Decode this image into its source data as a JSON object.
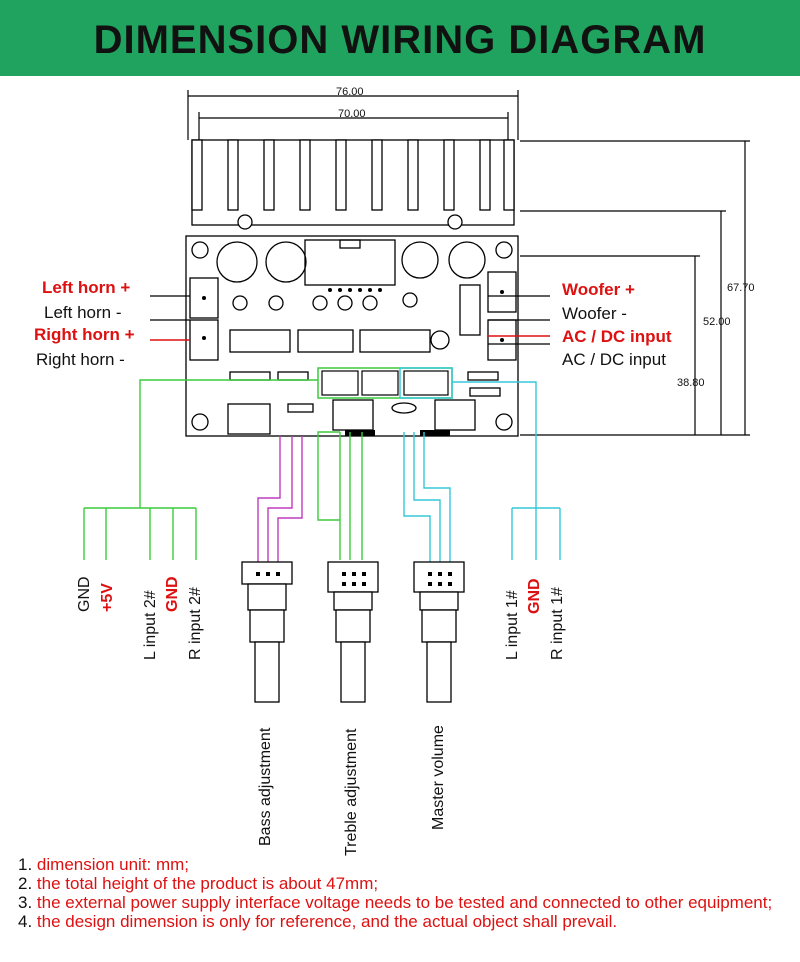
{
  "title": "DIMENSION WIRING DIAGRAM",
  "dimensions": {
    "w1": "76.00",
    "w2": "70.00",
    "h1": "67.70",
    "h2": "52.00",
    "h3": "38.80"
  },
  "left_labels": [
    {
      "text": "Left horn +",
      "color": "red"
    },
    {
      "text": "Left horn -",
      "color": "black"
    },
    {
      "text": "Right horn +",
      "color": "red"
    },
    {
      "text": "Right horn -",
      "color": "black"
    }
  ],
  "right_labels": [
    {
      "text": "Woofer +",
      "color": "red"
    },
    {
      "text": "Woofer -",
      "color": "black"
    },
    {
      "text": "AC / DC input",
      "color": "red"
    },
    {
      "text": "AC / DC input",
      "color": "black"
    }
  ],
  "input2_labels": [
    "GND",
    "+5V",
    "L  input 2#",
    "GND",
    "R  input 2#"
  ],
  "input1_labels": [
    "L  input 1#",
    "GND",
    "R  input 1#"
  ],
  "pot_labels": [
    "Bass adjustment",
    "Treble adjustment",
    "Master volume"
  ],
  "notes": [
    {
      "num": "1.",
      "text": "dimension unit: mm;"
    },
    {
      "num": "2.",
      "text": "the total height of the product is about 47mm;"
    },
    {
      "num": "3.",
      "text": "the external power supply interface voltage needs to be tested and connected to other equipment;"
    },
    {
      "num": "4.",
      "text": "the design dimension is only for reference, and the actual object shall prevail."
    }
  ],
  "colors": {
    "banner": "#1fa35e",
    "red": "#dd1111",
    "green": "#3ccc3c",
    "magenta": "#c03cc0",
    "cyan": "#36c8d8"
  }
}
